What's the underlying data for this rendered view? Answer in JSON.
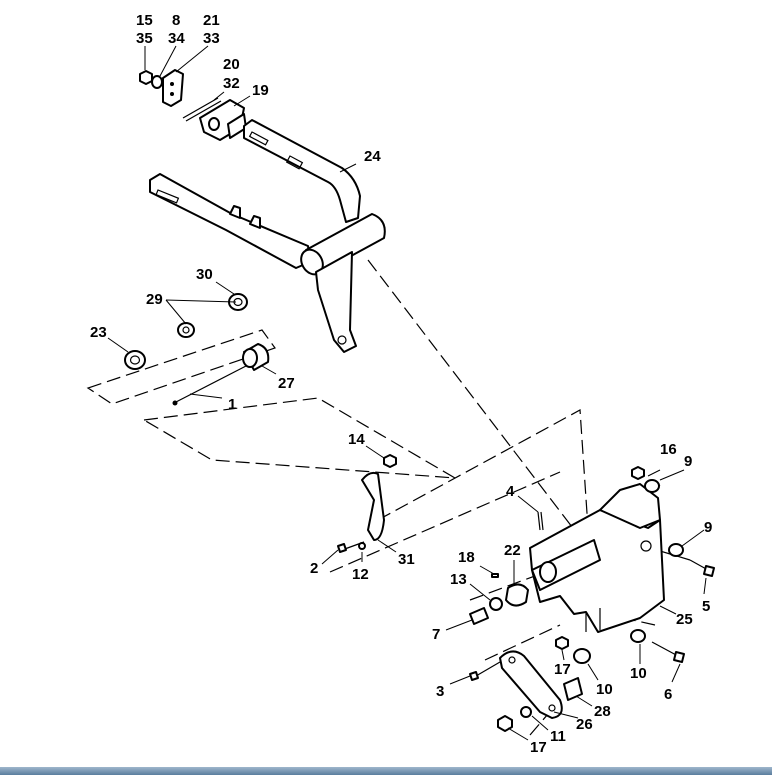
{
  "diagram": {
    "callouts": [
      {
        "id": "c15",
        "text": "15"
      },
      {
        "id": "c35",
        "text": "35"
      },
      {
        "id": "c8",
        "text": "8"
      },
      {
        "id": "c34",
        "text": "34"
      },
      {
        "id": "c21",
        "text": "21"
      },
      {
        "id": "c33",
        "text": "33"
      },
      {
        "id": "c20",
        "text": "20"
      },
      {
        "id": "c32",
        "text": "32"
      },
      {
        "id": "c19",
        "text": "19"
      },
      {
        "id": "c24",
        "text": "24"
      },
      {
        "id": "c30",
        "text": "30"
      },
      {
        "id": "c29",
        "text": "29"
      },
      {
        "id": "c23",
        "text": "23"
      },
      {
        "id": "c27",
        "text": "27"
      },
      {
        "id": "c1",
        "text": "1"
      },
      {
        "id": "c14",
        "text": "14"
      },
      {
        "id": "c4",
        "text": "4"
      },
      {
        "id": "c16",
        "text": "16"
      },
      {
        "id": "c9a",
        "text": "9"
      },
      {
        "id": "c9b",
        "text": "9"
      },
      {
        "id": "c2",
        "text": "2"
      },
      {
        "id": "c12",
        "text": "12"
      },
      {
        "id": "c31",
        "text": "31"
      },
      {
        "id": "c18",
        "text": "18"
      },
      {
        "id": "c22",
        "text": "22"
      },
      {
        "id": "c13",
        "text": "13"
      },
      {
        "id": "c5",
        "text": "5"
      },
      {
        "id": "c7",
        "text": "7"
      },
      {
        "id": "c25",
        "text": "25"
      },
      {
        "id": "c17a",
        "text": "17"
      },
      {
        "id": "c10a",
        "text": "10"
      },
      {
        "id": "c10b",
        "text": "10"
      },
      {
        "id": "c3",
        "text": "3"
      },
      {
        "id": "c28",
        "text": "28"
      },
      {
        "id": "c26",
        "text": "26"
      },
      {
        "id": "c6",
        "text": "6"
      },
      {
        "id": "c11",
        "text": "11"
      },
      {
        "id": "c17b",
        "text": "17"
      }
    ]
  },
  "colors": {
    "line": "#000000",
    "background": "#ffffff",
    "bottom_bar": "#5a7d9e"
  }
}
